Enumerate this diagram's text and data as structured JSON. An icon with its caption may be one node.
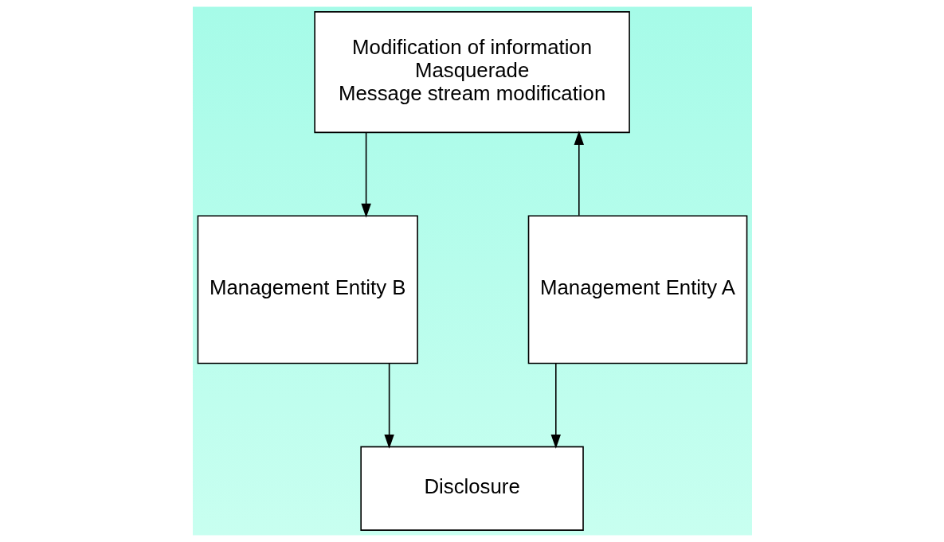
{
  "diagram": {
    "nodes": [
      {
        "text": [
          "Modification of information",
          "Masquerade",
          "Message stream modification"
        ]
      },
      {
        "text": [
          "Management Entity A"
        ]
      },
      {
        "text": [
          "Management Entity B"
        ]
      },
      {
        "text": [
          "Disclosure"
        ]
      }
    ],
    "edges": [
      {
        "from": 1,
        "to": 0,
        "arrow": "to"
      },
      {
        "from": 0,
        "to": 2,
        "arrow": "to"
      },
      {
        "from": 1,
        "to": 3,
        "arrow": "to"
      },
      {
        "from": 2,
        "to": 3,
        "arrow": "to"
      }
    ]
  }
}
